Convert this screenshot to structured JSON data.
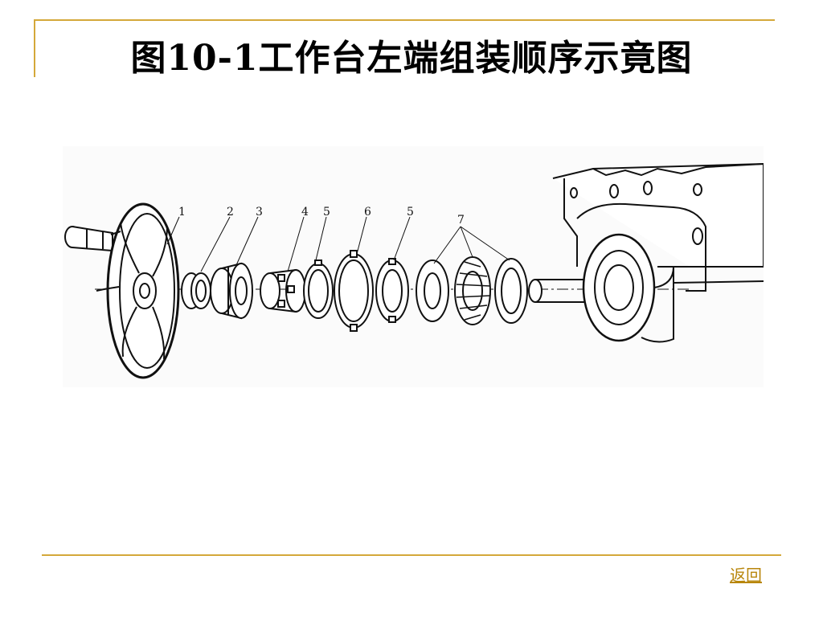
{
  "slide": {
    "title": "图10-1工作台左端组装顺序示竟图",
    "back_label": "返回",
    "accent_color": "#d4a83a",
    "link_color": "#b8860b"
  },
  "diagram": {
    "part_labels": [
      "1",
      "2",
      "3",
      "4",
      "5",
      "6",
      "5",
      "7"
    ]
  }
}
